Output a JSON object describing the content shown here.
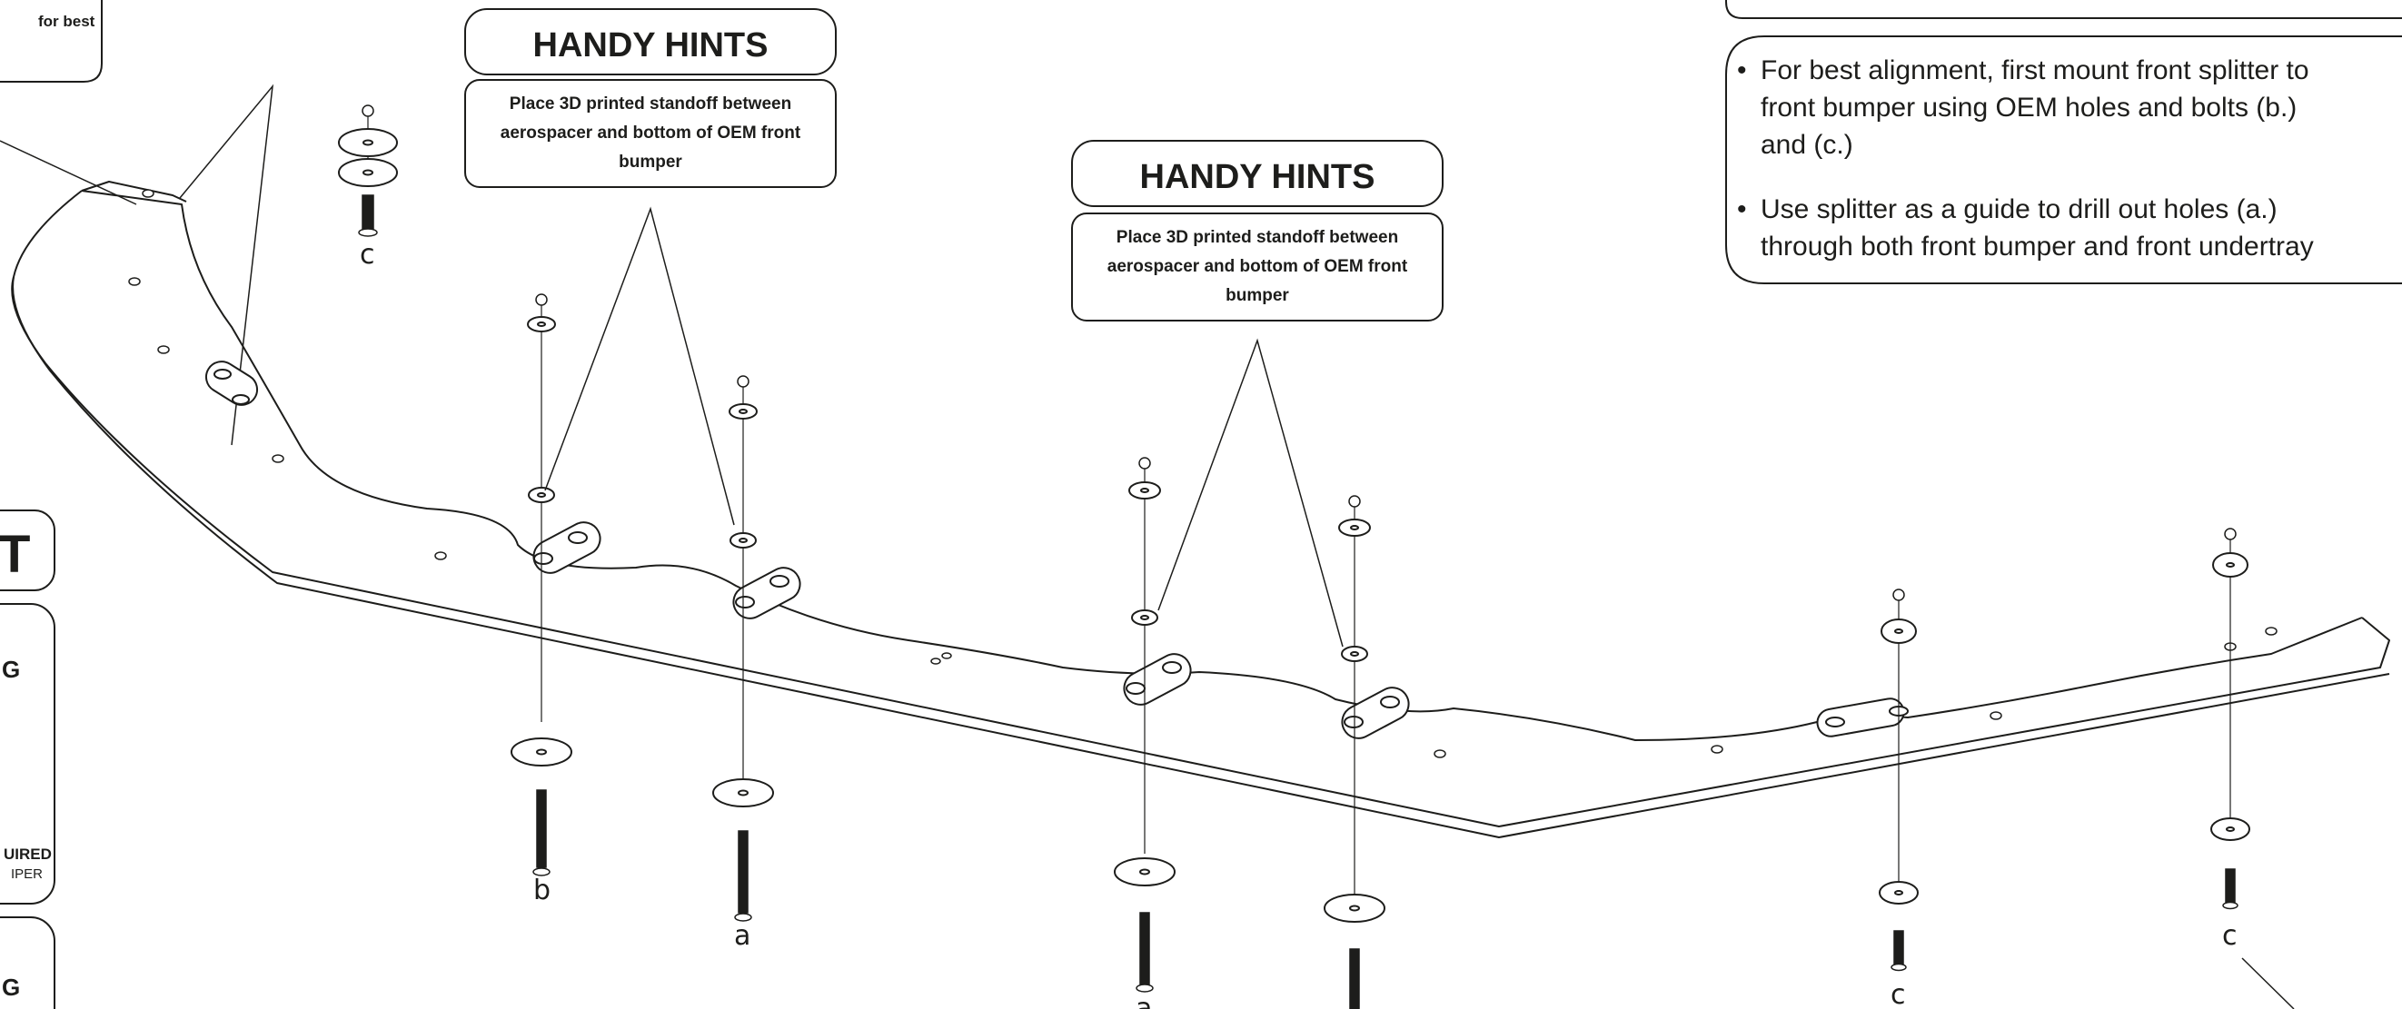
{
  "top_left_fragment": "for best",
  "handy_hints": [
    {
      "title": "HANDY HINTS",
      "lines": [
        "Place 3D printed standoff between",
        "aerospacer and bottom of OEM front",
        "bumper"
      ]
    },
    {
      "title": "HANDY HINTS",
      "lines": [
        "Place 3D printed standoff between",
        "aerospacer and bottom of OEM front",
        "bumper"
      ]
    }
  ],
  "notes": [
    [
      "For best alignment, first mount front splitter to",
      "front bumper using OEM holes and bolts (b.)",
      "and (c.)"
    ],
    [
      "Use splitter as a guide to drill out holes (a.)",
      "through both front bumper and front undertray"
    ]
  ],
  "bullet": "•",
  "left_panel": {
    "title_letter": "T",
    "g_letter_1": "G",
    "required_text": "UIRED",
    "bumper_text": "IPER",
    "g_letter_2": "G"
  },
  "fastener_labels": {
    "c_top_left": "c",
    "b_left": "b",
    "a_left": "a",
    "a_center": "a",
    "c_right_center": "c",
    "c_far_right": "c"
  }
}
